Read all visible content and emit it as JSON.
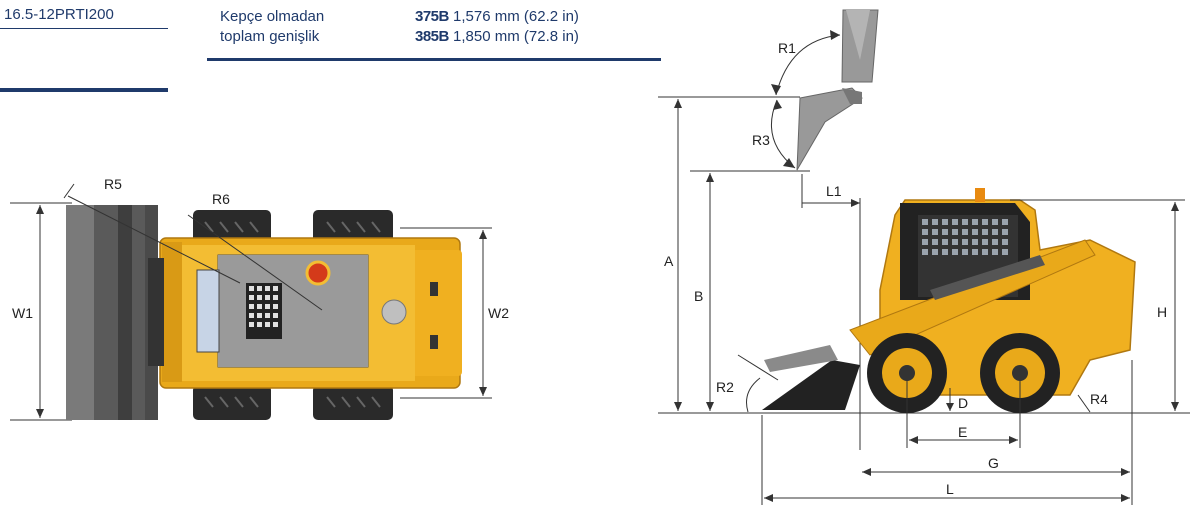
{
  "tire_spec": "16.5-12PRTI200",
  "width_spec": {
    "label_line1": "Kepçe olmadan",
    "label_line2": "toplam genişlik",
    "rows": [
      {
        "model": "375B",
        "value": "1,576 mm (62.2 in)"
      },
      {
        "model": "385B",
        "value": "1,850 mm (72.8 in)"
      }
    ]
  },
  "top_view_labels": {
    "w1": "W1",
    "w2": "W2",
    "r5": "R5",
    "r6": "R6"
  },
  "side_view_labels": {
    "r1": "R1",
    "r3": "R3",
    "r2": "R2",
    "r4": "R4",
    "a": "A",
    "b": "B",
    "h": "H",
    "l1": "L1",
    "d": "D",
    "e": "E",
    "g": "G",
    "l": "L"
  },
  "colors": {
    "accent": "#1f3a6b",
    "machine": "#f0b020",
    "tire": "#2a2a2a"
  }
}
